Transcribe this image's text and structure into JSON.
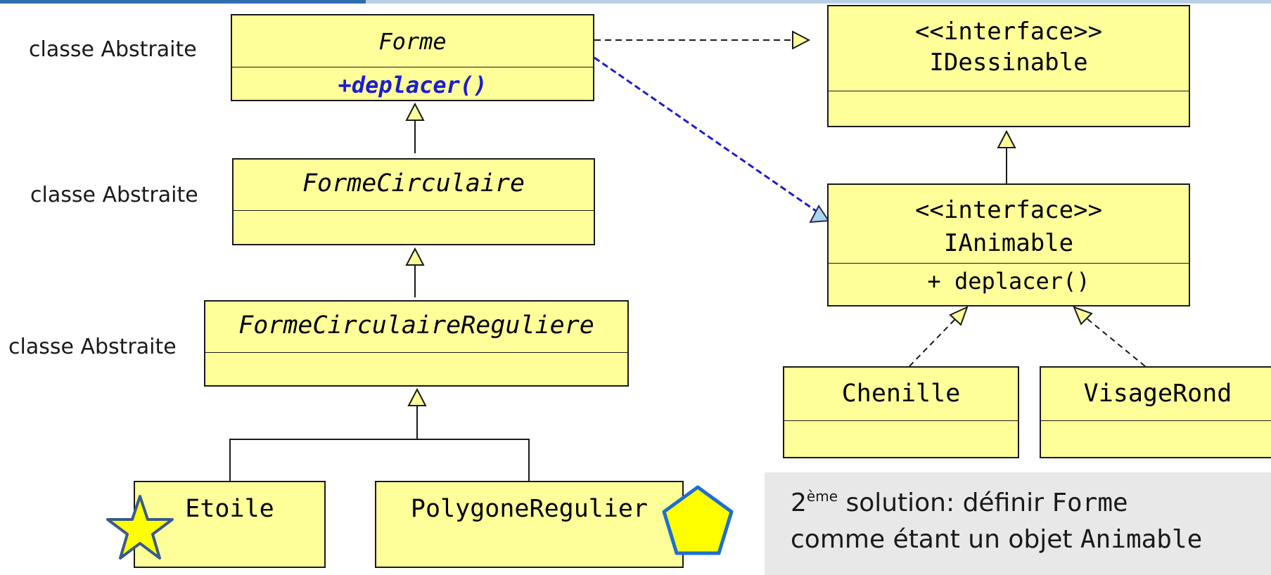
{
  "labels": {
    "forme": "classe Abstraite",
    "forme_circulaire": "classe Abstraite",
    "forme_circulaire_reguliere": "classe Abstraite"
  },
  "classes": {
    "forme": {
      "name": "Forme",
      "method": "+deplacer()"
    },
    "forme_circulaire": {
      "name": "FormeCirculaire"
    },
    "forme_circulaire_reguliere": {
      "name": "FormeCirculaireReguliere"
    },
    "etoile": {
      "name": "Etoile"
    },
    "polygone_regulier": {
      "name": "PolygoneRegulier"
    },
    "chenille": {
      "name": "Chenille"
    },
    "visage_rond": {
      "name": "VisageRond"
    }
  },
  "interfaces": {
    "idessinable": {
      "stereotype": "<<interface>>",
      "name": "IDessinable"
    },
    "ianimable": {
      "stereotype": "<<interface>>",
      "name": "IAnimable",
      "method": "+ deplacer()"
    }
  },
  "note": {
    "ordinal": "2",
    "ordinal_suffix": "ème",
    "lead": " solution:",
    "text1": " définir ",
    "code1": "Forme",
    "text2": "comme étant un objet ",
    "code2": "Animable"
  },
  "colors": {
    "box_fill": "#ffff99",
    "highlight_blue": "#1c1cd6",
    "star_fill": "#ffff00",
    "star_stroke": "#3a5a8c",
    "pentagon_stroke": "#1f6fd0",
    "note_bg": "#e8e8e8"
  }
}
